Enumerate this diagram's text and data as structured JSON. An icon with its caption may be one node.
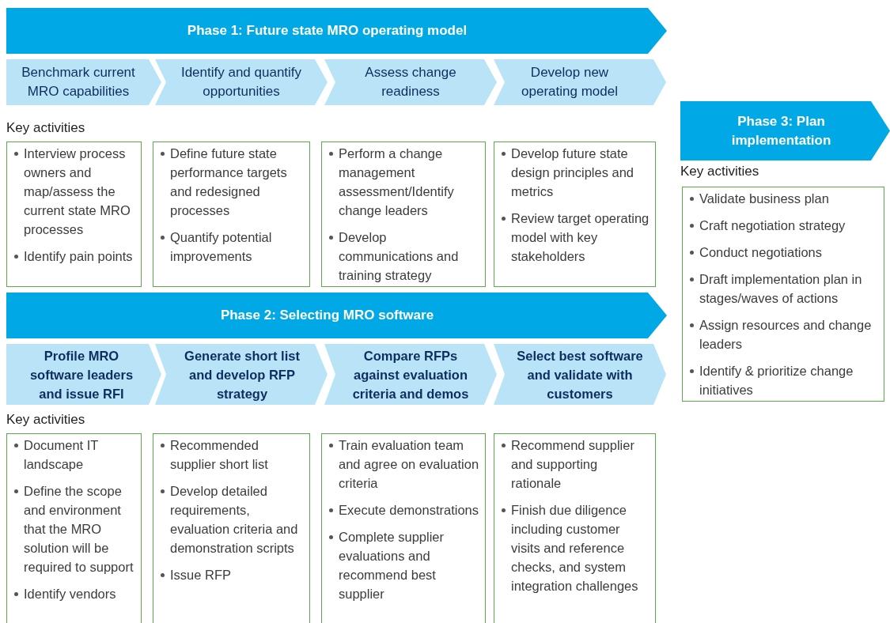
{
  "diagram": {
    "nodes": [
      {
        "text": [
          "Phase 1: Future state MRO operating model"
        ]
      },
      {
        "text": [
          "Benchmark current MRO capabilities"
        ]
      },
      {
        "text": [
          "Identify and quantify opportunities"
        ]
      },
      {
        "text": [
          "Assess change readiness"
        ]
      },
      {
        "text": [
          "Develop new operating model"
        ]
      },
      {
        "text": [
          "Interview process owners and map/assess the current state MRO processes",
          "Identify pain points"
        ]
      },
      {
        "text": [
          "Define future state performance targets and redesigned processes",
          "Quantify potential improvements"
        ]
      },
      {
        "text": [
          "Perform a change management assessment/Identify change leaders",
          "Develop communications and training strategy"
        ]
      },
      {
        "text": [
          "Develop future state design principles and metrics",
          "Review target operating model with key stakeholders"
        ]
      },
      {
        "text": [
          "Phase 2: Selecting MRO software"
        ]
      },
      {
        "text": [
          "Profile MRO software leaders and issue RFI"
        ]
      },
      {
        "text": [
          "Generate short list and develop RFP strategy"
        ]
      },
      {
        "text": [
          "Compare RFPs against evaluation criteria and demos"
        ]
      },
      {
        "text": [
          "Select best software and validate with customers"
        ]
      },
      {
        "text": [
          "Document IT landscape",
          "Define the scope and environment that the MRO solution will be required to support",
          "Identify vendors"
        ]
      },
      {
        "text": [
          "Recommended supplier short list",
          "Develop detailed requirements, evaluation criteria and demonstration scripts",
          "Issue RFP"
        ]
      },
      {
        "text": [
          "Train evaluation team and agree on evaluation criteria",
          "Execute demonstrations",
          "Complete supplier evaluations and recommend best supplier"
        ]
      },
      {
        "text": [
          "Recommend supplier and supporting rationale",
          "Finish due diligence including customer visits and reference checks, and system integration challenges"
        ]
      },
      {
        "text": [
          "Phase 3: Plan implementation"
        ]
      },
      {
        "text": [
          "Validate business plan",
          "Craft negotiation strategy",
          "Conduct negotiations",
          "Draft implementation plan in stages/waves of actions",
          "Assign resources and change leaders",
          "Identify & prioritize change initiatives"
        ]
      }
    ],
    "edges": [],
    "labels": [
      "Key activities",
      "Key activities",
      "Key activities"
    ]
  }
}
